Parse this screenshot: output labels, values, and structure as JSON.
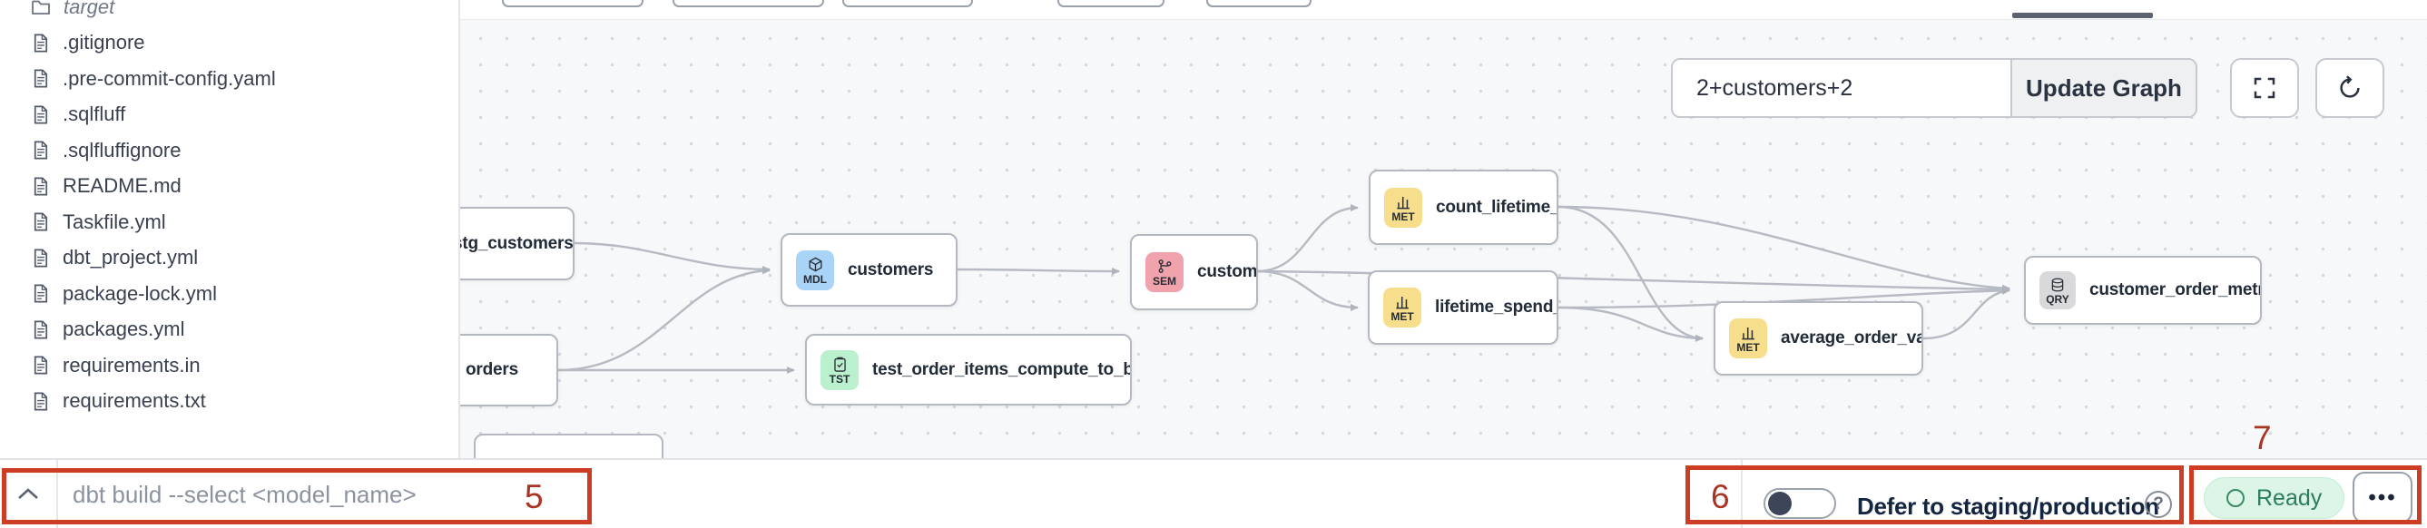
{
  "sidebar": {
    "folder": "target",
    "files": [
      ".gitignore",
      ".pre-commit-config.yaml",
      ".sqlfluff",
      ".sqlfluffignore",
      "README.md",
      "Taskfile.yml",
      "dbt_project.yml",
      "package-lock.yml",
      "packages.yml",
      "requirements.in",
      "requirements.txt"
    ]
  },
  "graph": {
    "selector_value": "2+customers+2",
    "update_button": "Update Graph",
    "nodes": [
      {
        "label": "stg_customers",
        "type": ""
      },
      {
        "label": "orders",
        "type": ""
      },
      {
        "label": "customers",
        "type": "MDL"
      },
      {
        "label": "test_order_items_compute_to_bools...",
        "type": "TST"
      },
      {
        "label": "customers",
        "type": "SEM"
      },
      {
        "label": "count_lifetime_orders",
        "type": "MET"
      },
      {
        "label": "lifetime_spend_pretax",
        "type": "MET"
      },
      {
        "label": "average_order_value",
        "type": "MET"
      },
      {
        "label": "customer_order_metrics",
        "type": "QRY"
      }
    ]
  },
  "bottom_bar": {
    "command_placeholder": "dbt build --select <model_name>",
    "defer_label": "Defer to staging/production",
    "help_glyph": "?",
    "status_label": "Ready",
    "menu_glyph": "•••"
  },
  "annotations": {
    "five": "5",
    "six": "6",
    "seven": "7"
  },
  "icons": {
    "MDL": "cube-icon",
    "TST": "clipboard-check-icon",
    "SEM": "branch-icon",
    "MET": "bar-chart-icon",
    "QRY": "database-icon"
  },
  "colors": {
    "annotation_red": "#cc3d24",
    "tile_model_blue": "#a9d4f8",
    "tile_test_green": "#bbf0cf",
    "tile_semantic_pink": "#f0a3ac",
    "tile_metric_yellow": "#f7de8c",
    "tile_query_gray": "#d9d9dc",
    "ready_green_bg": "#dcf5e7",
    "ready_green_text": "#2b7e5c",
    "tab_indicator_slate": "#5b6370"
  }
}
